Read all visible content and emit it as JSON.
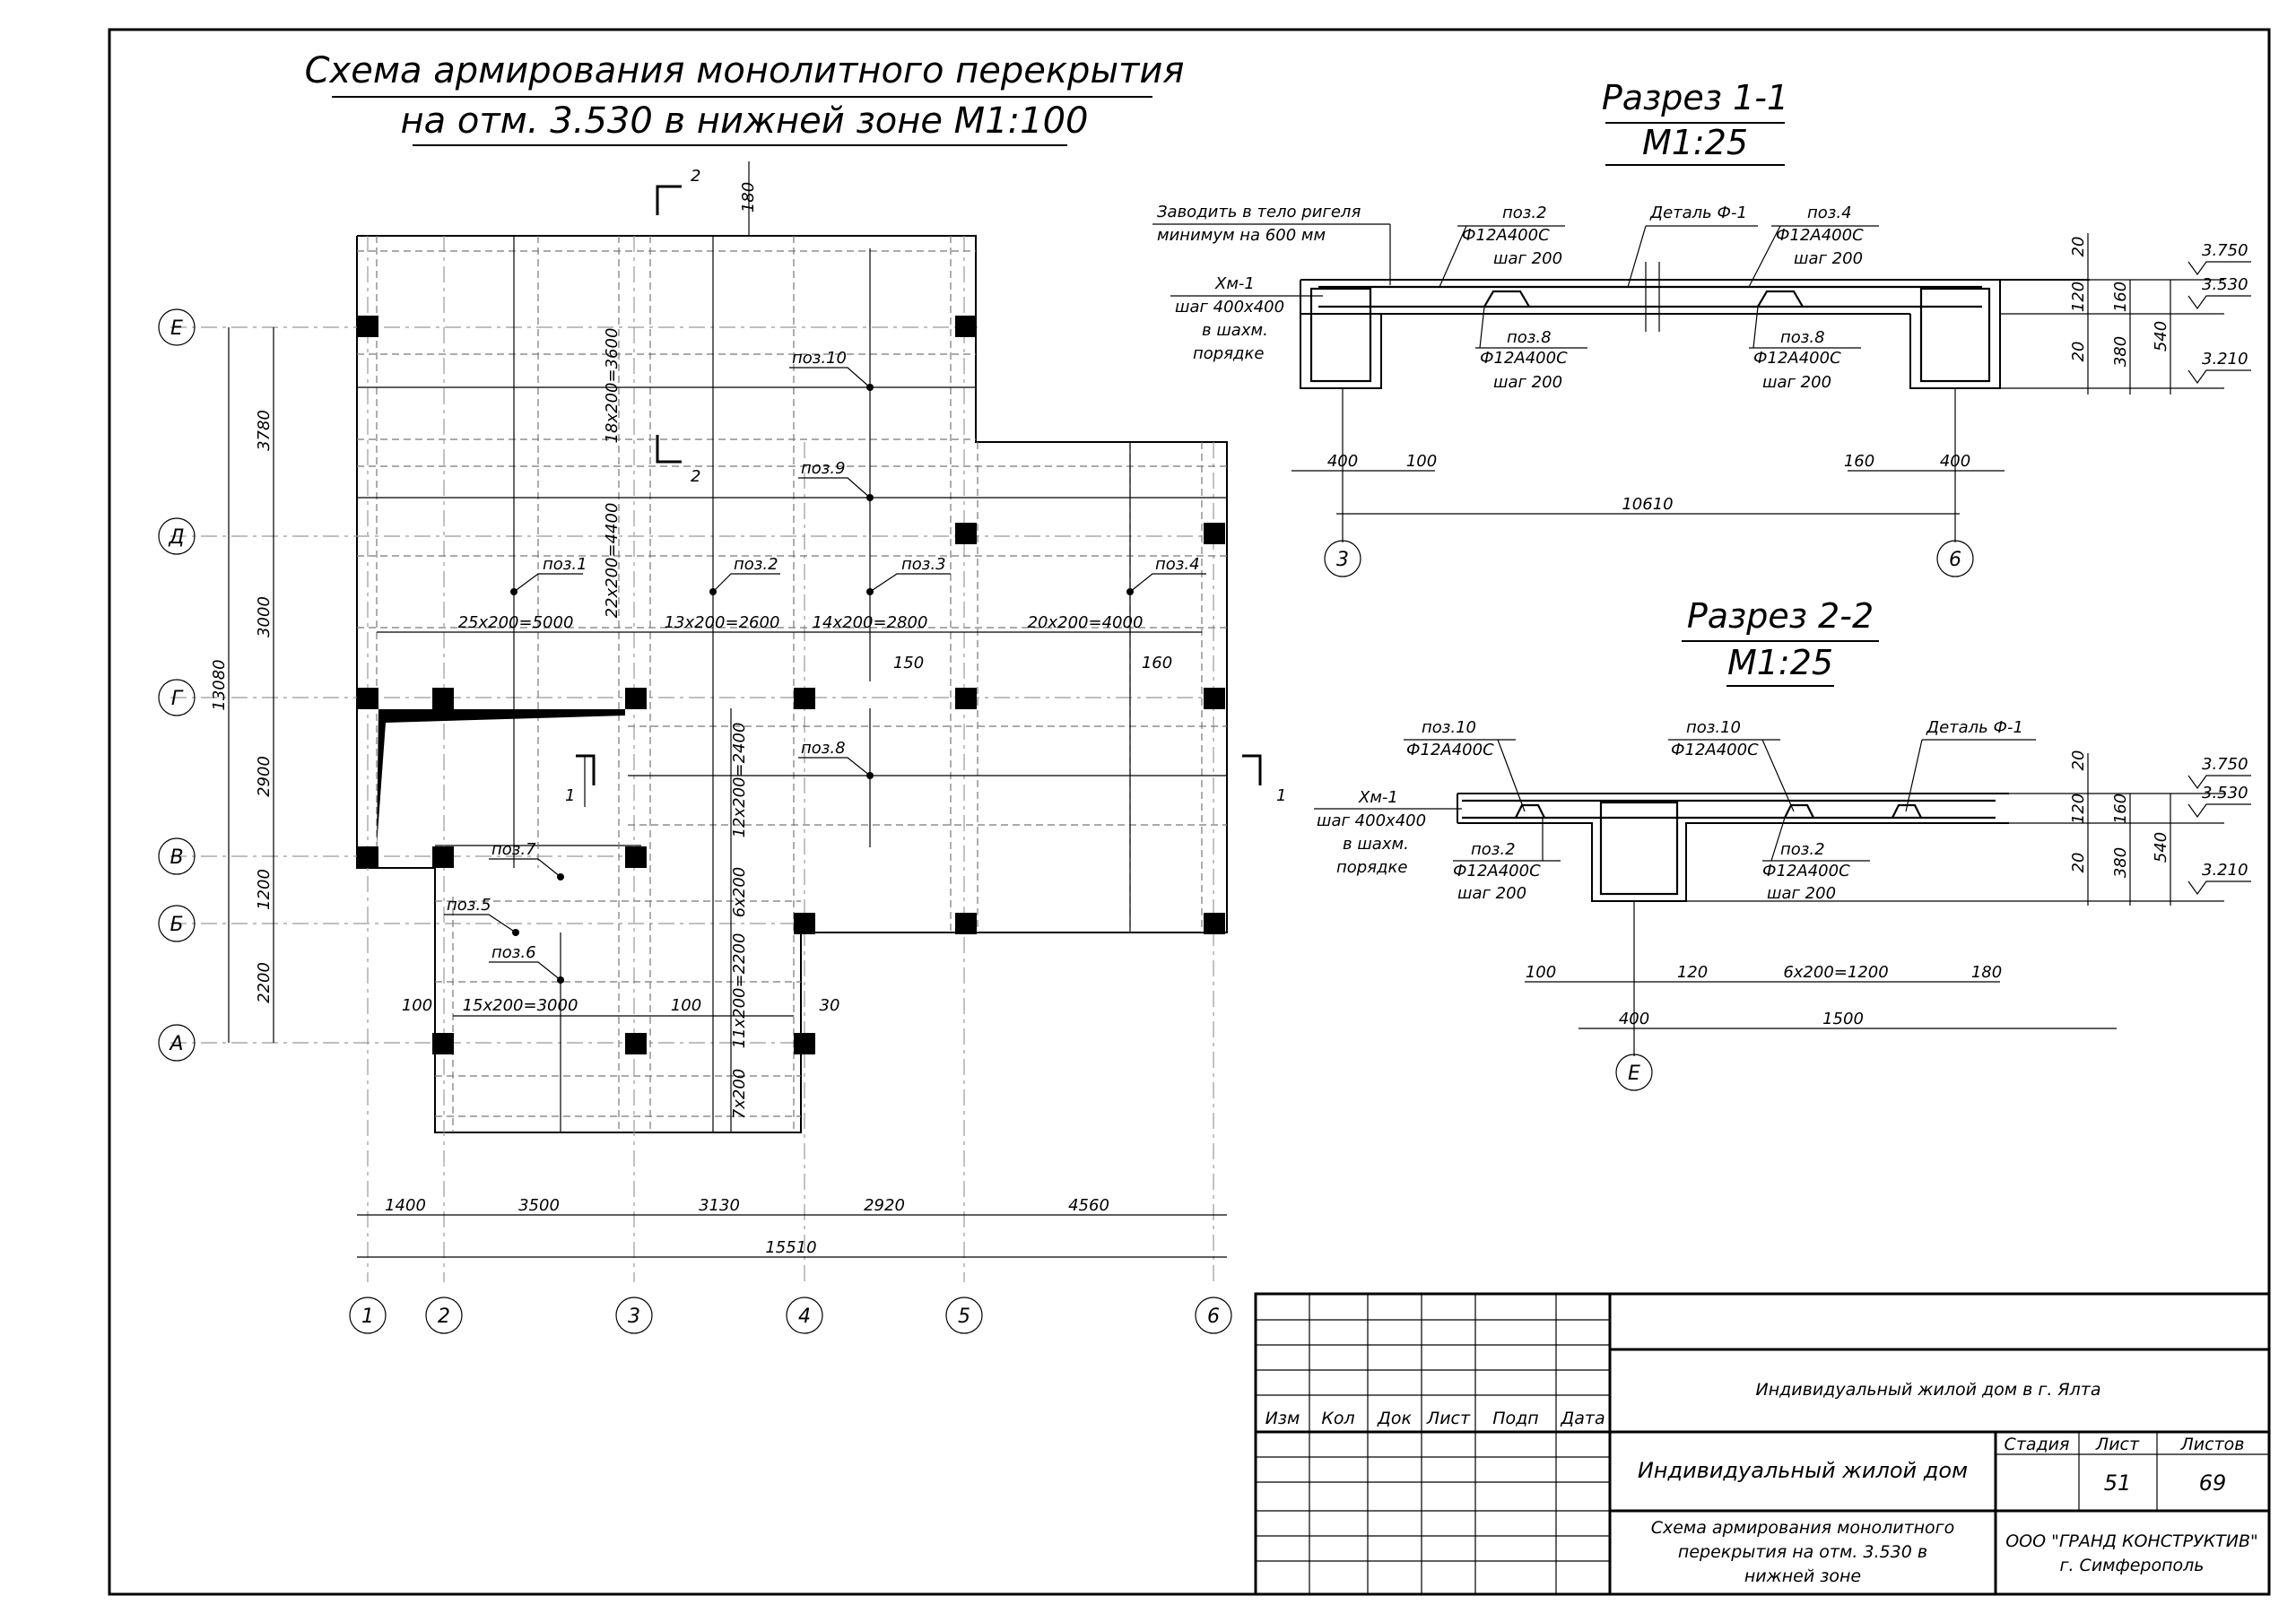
{
  "plan": {
    "title_line1": "Схема армирования монолитного перекрытия",
    "title_line2": "на отм. 3.530 в нижней зоне М1:100",
    "axes_rows": [
      "Е",
      "Д",
      "Г",
      "В",
      "Б",
      "А"
    ],
    "axes_cols": [
      "1",
      "2",
      "3",
      "4",
      "5",
      "6"
    ],
    "left_dims": [
      "3780",
      "3000",
      "2900",
      "1200",
      "2200"
    ],
    "left_total": "13080",
    "bottom_dims": [
      "1400",
      "3500",
      "3130",
      "2920",
      "4560"
    ],
    "bottom_total": "15510",
    "top_dim": "180",
    "cut2_label": "2",
    "cut1_label": "1",
    "pos_labels": [
      "поз.1",
      "поз.2",
      "поз.3",
      "поз.4",
      "поз.5",
      "поз.6",
      "поз.7",
      "поз.8",
      "поз.9",
      "поз.10"
    ],
    "step_labels": {
      "s1": "25х200=5000",
      "s2": "13х200=2600",
      "s3": "14х200=2800",
      "s4": "20х200=4000",
      "v1": "18х200=3600",
      "v2": "22х200=4400",
      "v3": "12х200=2400",
      "v4": "6х200",
      "v5": "11х200=2200",
      "v6": "7х200",
      "s5": "15х200=3000"
    },
    "small_dims": {
      "d150": "150",
      "d160": "160",
      "d100a": "100",
      "d100b": "100",
      "d30": "30"
    }
  },
  "section1": {
    "title": "Разрез 1-1",
    "scale": "М1:25",
    "note_line1": "Заводить в тело ригеля",
    "note_line2": "минимум на 600 мм",
    "xm_line1": "Хм-1",
    "xm_line2": "шаг 400х400",
    "xm_line3": "в шахм.",
    "xm_line4": "порядке",
    "pos2": "поз.2",
    "pos2_spec": "Ф12А400С",
    "pos2_step": "шаг 200",
    "detail": "Деталь Ф-1",
    "pos4": "поз.4",
    "pos4_spec": "Ф12А400С",
    "pos4_step": "шаг 200",
    "pos8a": "поз.8",
    "pos8a_spec": "Ф12А400С",
    "pos8a_step": "шаг 200",
    "pos8b": "поз.8",
    "pos8b_spec": "Ф12А400С",
    "pos8b_step": "шаг 200",
    "dims": {
      "d400a": "400",
      "d100": "100",
      "d160": "160",
      "d400b": "400",
      "total": "10610"
    },
    "vdims": {
      "v20a": "20",
      "v120": "120",
      "v20b": "20",
      "v160": "160",
      "v380": "380",
      "v540": "540"
    },
    "levels": {
      "l1": "3.750",
      "l2": "3.530",
      "l3": "3.210"
    },
    "axis_left": "3",
    "axis_right": "6"
  },
  "section2": {
    "title": "Разрез 2-2",
    "scale": "М1:25",
    "pos10a": "поз.10",
    "pos10a_spec": "Ф12А400С",
    "pos10b": "поз.10",
    "pos10b_spec": "Ф12А400С",
    "detail": "Деталь Ф-1",
    "xm_line1": "Хм-1",
    "xm_line2": "шаг 400х400",
    "xm_line3": "в шахм.",
    "xm_line4": "порядке",
    "pos2a": "поз.2",
    "pos2a_spec": "Ф12А400С",
    "pos2a_step": "шаг 200",
    "pos2b": "поз.2",
    "pos2b_spec": "Ф12А400С",
    "pos2b_step": "шаг 200",
    "dims": {
      "d100": "100",
      "d120": "120",
      "step": "6х200=1200",
      "d180": "180",
      "d400": "400",
      "d1500": "1500"
    },
    "vdims": {
      "v20a": "20",
      "v120": "120",
      "v20b": "20",
      "v160": "160",
      "v380": "380",
      "v540": "540"
    },
    "levels": {
      "l1": "3.750",
      "l2": "3.530",
      "l3": "3.210"
    },
    "axis": "Е"
  },
  "title_block": {
    "headers": [
      "Изм",
      "Кол",
      "Док",
      "Лист",
      "Подп",
      "Дата"
    ],
    "project": "Индивидуальный жилой дом в г. Ялта",
    "object": "Индивидуальный жилой дом",
    "stage_label": "Стадия",
    "sheet_label": "Лист",
    "sheets_label": "Листов",
    "sheet_num": "51",
    "sheets_num": "69",
    "drawing_line1": "Схема армирования монолитного",
    "drawing_line2": "перекрытия на отм. 3.530 в",
    "drawing_line3": "нижней зоне",
    "org_line1": "ООО \"ГРАНД КОНСТРУКТИВ\"",
    "org_line2": "г. Симферополь"
  }
}
